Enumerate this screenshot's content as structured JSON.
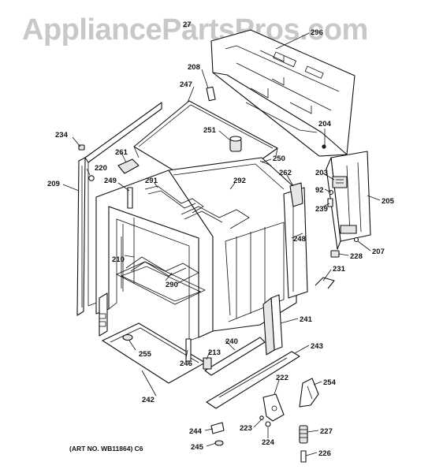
{
  "watermark": "AppliancePartsPros.com",
  "art_number": "(ART NO. WB11864) C6",
  "parts": {
    "p27": "27",
    "p296": "296",
    "p208": "208",
    "p247": "247",
    "p204": "204",
    "p234": "234",
    "p251": "251",
    "p261": "261",
    "p220": "220",
    "p250": "250",
    "p262": "262",
    "p203": "203",
    "p209": "209",
    "p249": "249",
    "p291": "291",
    "p292": "292",
    "p92": "92",
    "p205": "205",
    "p239": "239",
    "p248": "248",
    "p207": "207",
    "p228": "228",
    "p210": "210",
    "p231": "231",
    "p290": "290",
    "p241": "241",
    "p240": "240",
    "p243": "243",
    "p213": "213",
    "p255": "255",
    "p246": "246",
    "p254": "254",
    "p222": "222",
    "p242": "242",
    "p223": "223",
    "p244": "244",
    "p227": "227",
    "p224": "224",
    "p245": "245",
    "p226": "226"
  }
}
